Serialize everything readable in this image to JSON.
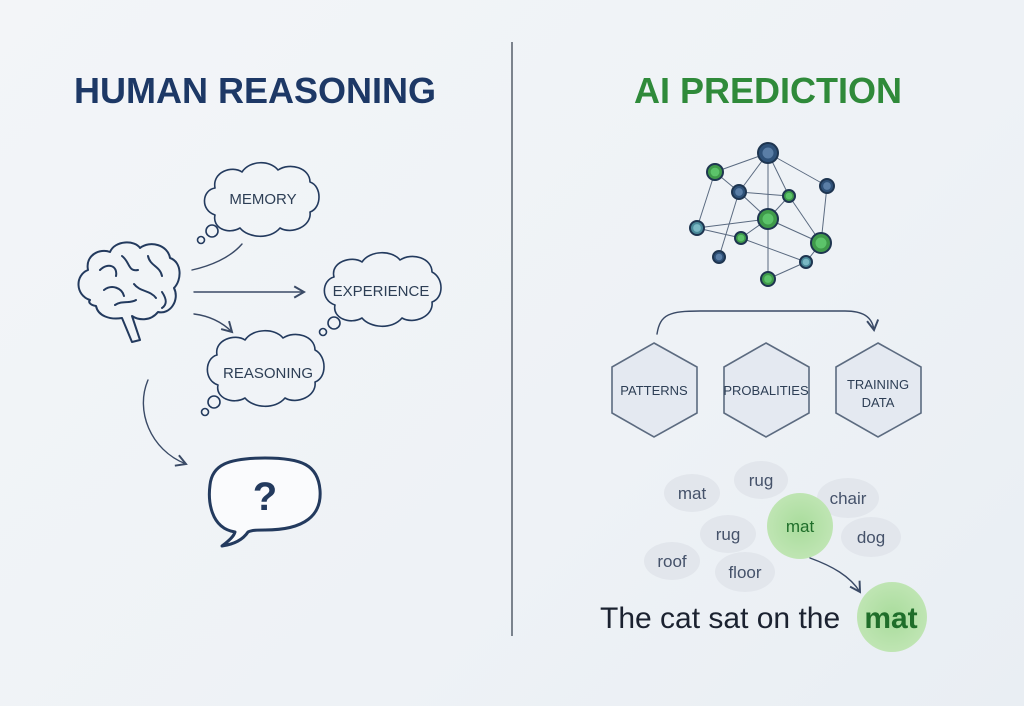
{
  "left": {
    "title": "HUMAN REASONING",
    "bubbles": [
      "MEMORY",
      "EXPERIENCE",
      "REASONING"
    ],
    "question": "?"
  },
  "right": {
    "title": "AI PREDICTION",
    "hexagons": [
      "PATTERNS",
      "PROBALITIES",
      "TRAINING",
      "DATA"
    ],
    "words": [
      "mat",
      "rug",
      "chair",
      "rug",
      "mat",
      "dog",
      "roof",
      "floor"
    ],
    "sentence": "The cat sat on the",
    "prediction": "mat"
  },
  "colors": {
    "navy": "#1d3866",
    "green": "#2f8a3a",
    "highlight": "#a9dc9c"
  }
}
